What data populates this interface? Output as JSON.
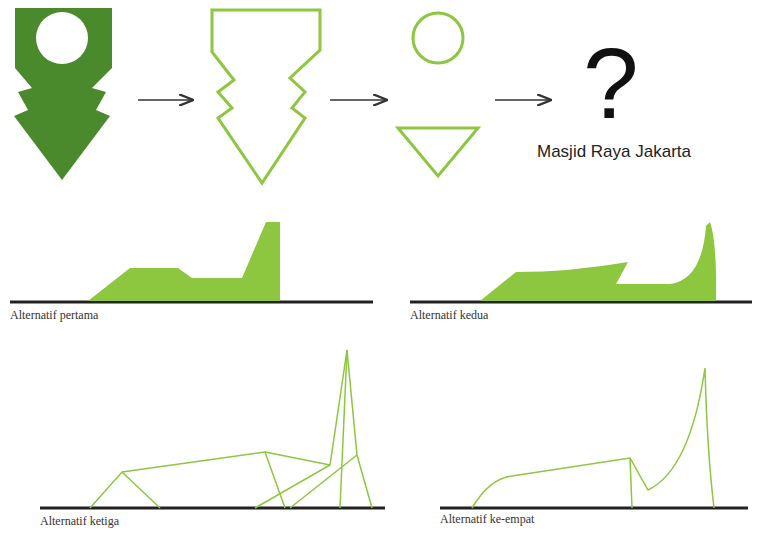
{
  "diagram": {
    "labels": [
      "?",
      "Masjid Raya Jakarta",
      "Alternatif pertama",
      "Alternatif kedua",
      "Alternatif ketiga",
      "Alternatif ke-empat"
    ]
  }
}
